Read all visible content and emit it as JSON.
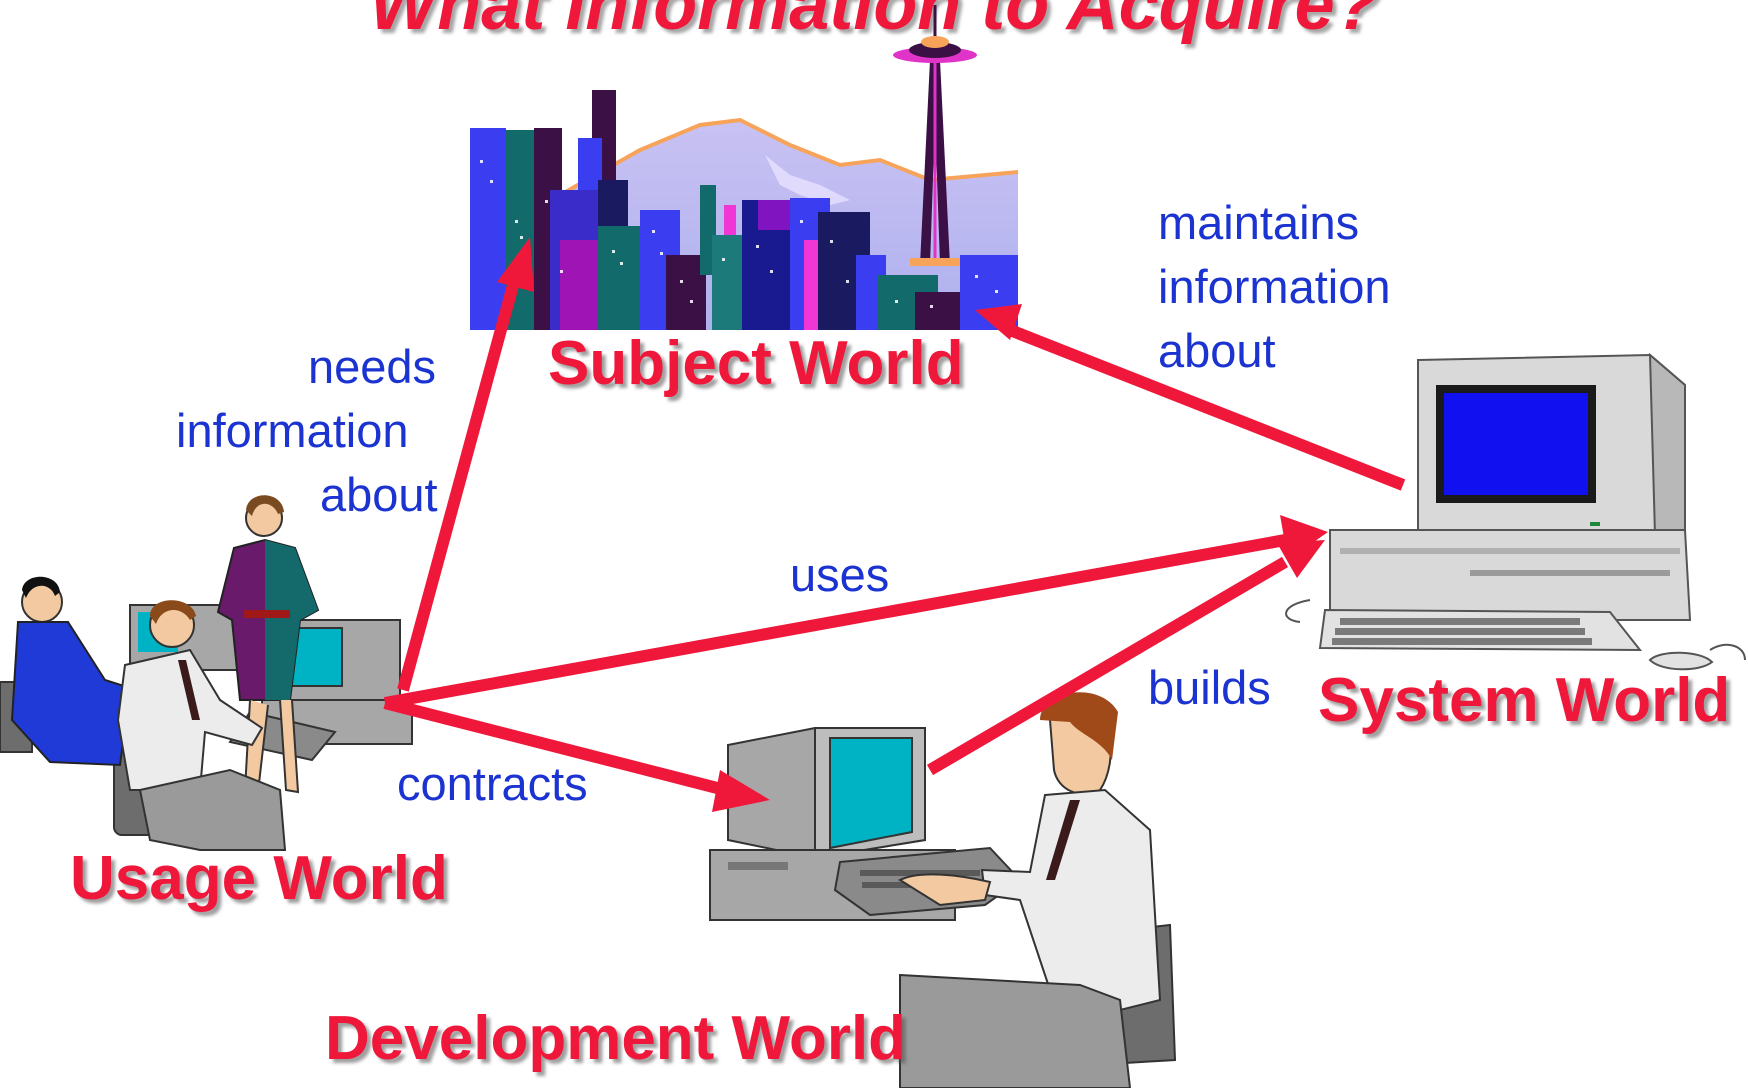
{
  "title": "What Information to Acquire?",
  "worlds": {
    "subject": "Subject World",
    "usage": "Usage World",
    "system": "System World",
    "development": "Development World"
  },
  "relations": {
    "needs_info": [
      "needs",
      "information",
      "about"
    ],
    "maintains_info": [
      "maintains",
      "information",
      "about"
    ],
    "uses": "uses",
    "builds": "builds",
    "contracts": "contracts"
  },
  "colors": {
    "arrow": "#f0183a",
    "world_label": "#f0183a",
    "relation_label": "#1a33d1",
    "screen_blue": "#1010f0",
    "screen_cyan": "#00b3c4"
  }
}
